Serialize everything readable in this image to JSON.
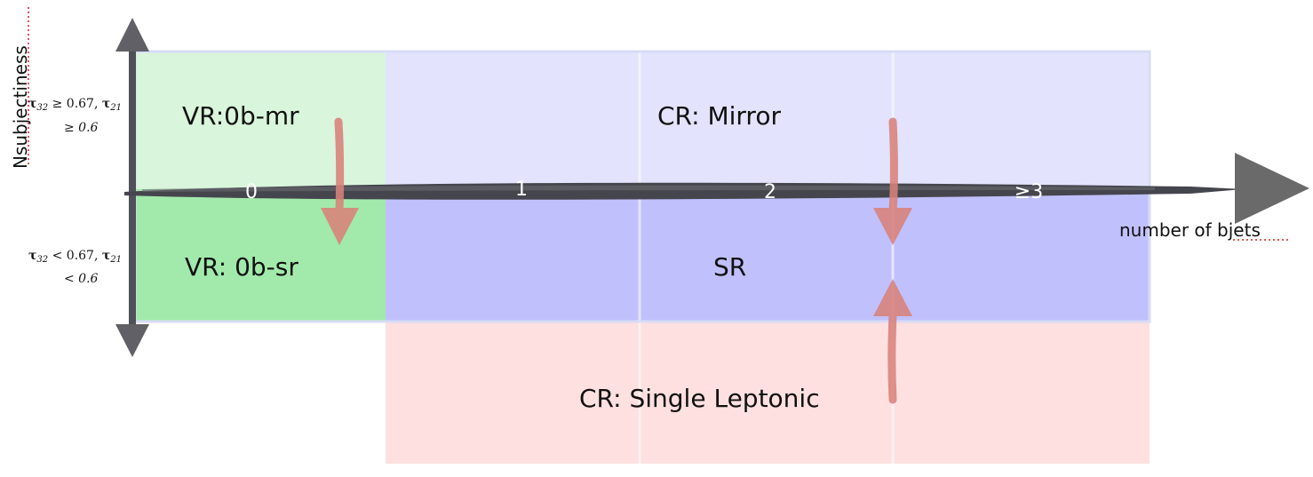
{
  "regions": {
    "vr_mirror": "VR:0b-mr",
    "vr_signal": "VR: 0b-sr",
    "cr_mirror": "CR: Mirror",
    "sr": "SR",
    "cr_leptonic": "CR: Single Leptonic"
  },
  "axes": {
    "y_title": "Nsubjectiness",
    "x_title": "number of bjets",
    "x_ticks": [
      "0",
      "1",
      "2",
      "≥3"
    ]
  },
  "conditions": {
    "upper": {
      "tau32": "τ",
      "tau32_sub": "32",
      "tau32_rest": " ≥ 0.67, ",
      "tau21": "τ",
      "tau21_sub": "21",
      "line2": "≥ 0.6"
    },
    "lower": {
      "tau32": "τ",
      "tau32_sub": "32",
      "tau32_rest": " < 0.67, ",
      "tau21": "τ",
      "tau21_sub": "21",
      "line2": "< 0.6"
    }
  },
  "colors": {
    "green_light": "#d9f5dc",
    "green_dark": "#a2eaab",
    "blue_light": "#e3e3fd",
    "blue_dark": "#c0c0fc",
    "pink": "#fde0df",
    "arrow_red": "#d9827a",
    "axis_gray": "#505058"
  }
}
